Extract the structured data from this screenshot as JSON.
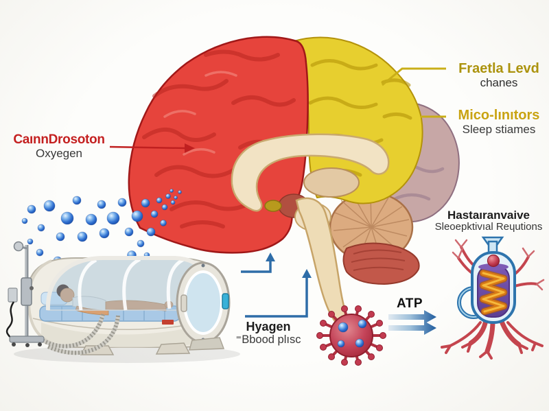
{
  "scene": {
    "description": "Medical illustration: hyperbaric oxygen chamber, sectioned brain with colored lobes, oxygen bubbles, virus cell, and neuron capsule with ATP arrows"
  },
  "labels": {
    "oxygen": {
      "title": "CaınnDrosoton",
      "subtitle": "Oxyegen"
    },
    "frontal": {
      "title": "Fraetla Levd",
      "subtitle": "chanes"
    },
    "micro": {
      "title": "Mico-lınıtors",
      "subtitle": "Sleep stiames"
    },
    "restorative": {
      "title": "Hastaıranvaive",
      "subtitle": "Sleoepktivıal Reɥutions"
    },
    "hyagen": {
      "title": "Hyagen",
      "subtitle": "⁼Bbood plısc"
    },
    "atp": {
      "title": "ATP"
    }
  },
  "colors": {
    "label_red": "#c42020",
    "label_gold_dark": "#ac930e",
    "label_gold": "#c9a312",
    "leader_yellow": "#c9ae18",
    "arrow_red": "#c02020",
    "arrow_blue": "#2e6da8",
    "brain_red": "#e6443c",
    "brain_yellow": "#e7cf2f",
    "brain_mauve": "#c7a7a6",
    "cerebellum_tan": "#dcab80",
    "cerebellum_red": "#c2584a",
    "cross_section_cream": "#f2e3c4",
    "brainstem_cream": "#eedcb6",
    "bubble_blue": "#2f6fd0",
    "virus_red": "#c23b50",
    "capsule_purple": "#6a4a9e",
    "coil_orange": "#d97a15",
    "vessel_red": "#c4454e",
    "chamber_body": "#f0ede4",
    "mattress_blue": "#a9c9e6",
    "dome_glass": "rgba(150,190,220,0.38)"
  },
  "icons": {
    "brain": "sectioned-brain-illustration",
    "chamber": "hyperbaric-chamber-with-patient",
    "bubbles": "oxygen-bubbles",
    "virus": "virus-cell-icon",
    "capsule": "neuron-capsule-icon",
    "atp_arrows": "double-blue-arrows"
  }
}
